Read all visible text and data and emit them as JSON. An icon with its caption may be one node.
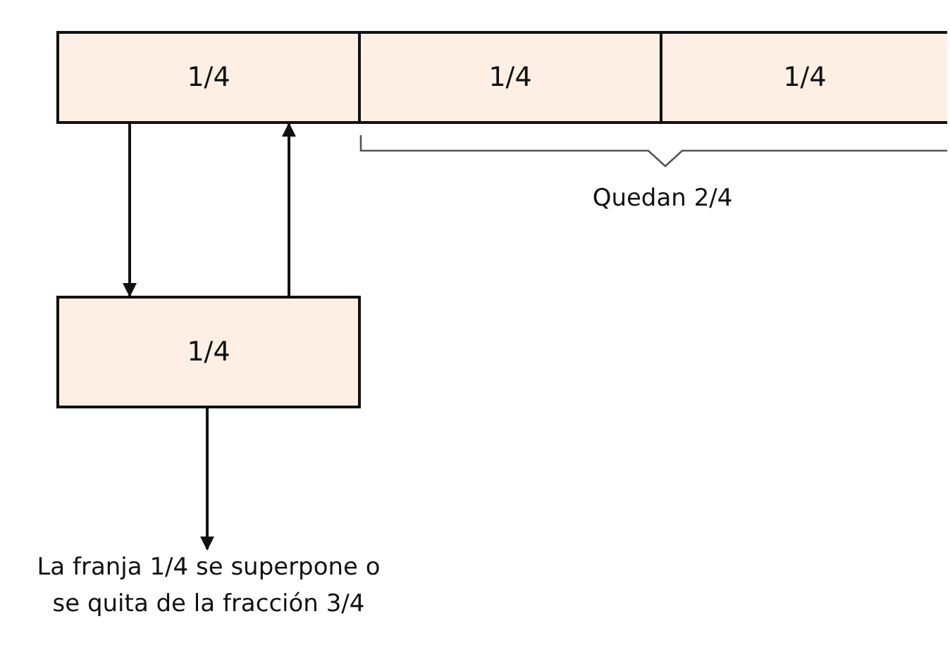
{
  "diagram": {
    "nodes": [
      {
        "text": [
          "1/4"
        ]
      },
      {
        "text": [
          "1/4"
        ]
      },
      {
        "text": [
          "1/4"
        ]
      },
      {
        "text": [
          "1/4"
        ]
      },
      {
        "text": [
          "La franja 1/4 se superpone o se quita de la fracción 3/4"
        ]
      }
    ],
    "edges": [
      {
        "from": 0,
        "to": 3,
        "arrow": "to"
      },
      {
        "from": 3,
        "to": 0,
        "arrow": "to"
      },
      {
        "from": 3,
        "to": 4,
        "arrow": "to"
      }
    ],
    "labels": [
      "Quedan 2/4"
    ]
  }
}
